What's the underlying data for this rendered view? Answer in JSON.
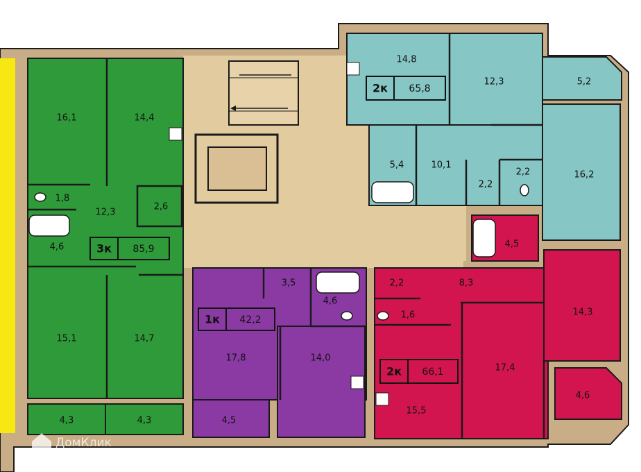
{
  "colors": {
    "green": "#2e9a39",
    "teal": "#86c6c4",
    "purple": "#8b3aa4",
    "magenta": "#d3154f",
    "yellow": "#f7e812",
    "corridor": "#e3cba0",
    "wall": "#1a1a1a"
  },
  "apartments": {
    "apt3": {
      "rooms_label": "3к",
      "area": "85,9"
    },
    "apt2a": {
      "rooms_label": "2к",
      "area": "65,8"
    },
    "apt1": {
      "rooms_label": "1к",
      "area": "42,2"
    },
    "apt2b": {
      "rooms_label": "2к",
      "area": "66,1"
    }
  },
  "rooms": {
    "g1": "16,1",
    "g2": "14,4",
    "g3": "1,8",
    "g4": "12,3",
    "g5": "2,6",
    "g6": "4,6",
    "g7": "15,1",
    "g8": "14,7",
    "g9": "4,3",
    "g10": "4,3",
    "t1": "14,8",
    "t2": "12,3",
    "t3": "5,2",
    "t4": "5,4",
    "t5": "10,1",
    "t6": "2,2",
    "t7": "2,2",
    "t8": "16,2",
    "p1": "3,5",
    "p2": "4,6",
    "p3": "17,8",
    "p4": "14,0",
    "p5": "4,5",
    "m1": "4,5",
    "m2": "2,2",
    "m3": "8,3",
    "m4": "14,3",
    "m5": "1,6",
    "m6": "17,4",
    "m7": "15,5",
    "m8": "4,6"
  },
  "watermark": "ДомКлик"
}
